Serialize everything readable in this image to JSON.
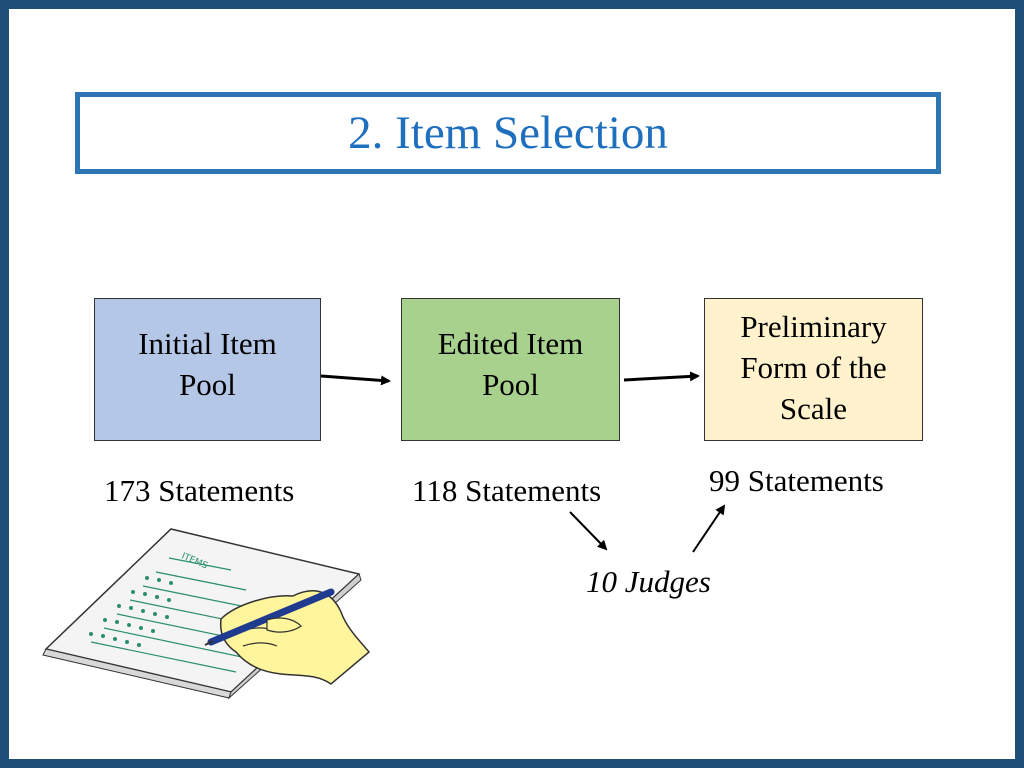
{
  "slide": {
    "title": "2. Item Selection"
  },
  "boxes": [
    {
      "lines": [
        "Initial Item",
        "Pool"
      ],
      "caption": "173 Statements",
      "fill": "#b4c7e7"
    },
    {
      "lines": [
        "Edited Item",
        "Pool"
      ],
      "caption": "118 Statements",
      "fill": "#a9d18e"
    },
    {
      "lines": [
        "Preliminary",
        "Form of the",
        "Scale"
      ],
      "caption": "99 Statements",
      "fill": "#fff2cc"
    }
  ],
  "judges_label": "10 Judges",
  "colors": {
    "frame": "#1f4e79",
    "title_border": "#2e75b6",
    "title_text": "#1f6fbf"
  },
  "clipart": "hand-writing-questionnaire-icon"
}
